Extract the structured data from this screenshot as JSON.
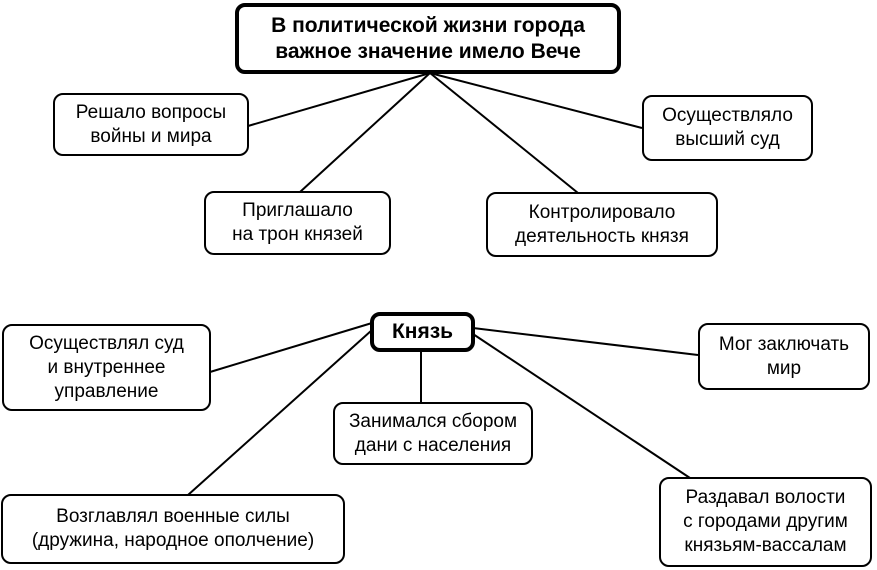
{
  "veche": {
    "title": [
      "В политической жизни города",
      "важное значение имело Вече"
    ],
    "items": [
      [
        "Решало вопросы",
        "войны и мира"
      ],
      [
        "Приглашало",
        "на трон князей"
      ],
      [
        "Контролировало",
        "деятельность князя"
      ],
      [
        "Осуществляло",
        "высший суд"
      ]
    ]
  },
  "prince": {
    "title": "Князь",
    "items": [
      [
        "Осуществлял суд",
        "и внутреннее",
        "управление"
      ],
      [
        "Занимался сбором",
        "дани с населения"
      ],
      [
        "Мог заключать",
        "мир"
      ],
      [
        "Возглавлял военные  силы",
        "(дружина, народное ополчение)"
      ],
      [
        "Раздавал волости",
        "с городами другим",
        "князьям-вассалам"
      ]
    ]
  }
}
